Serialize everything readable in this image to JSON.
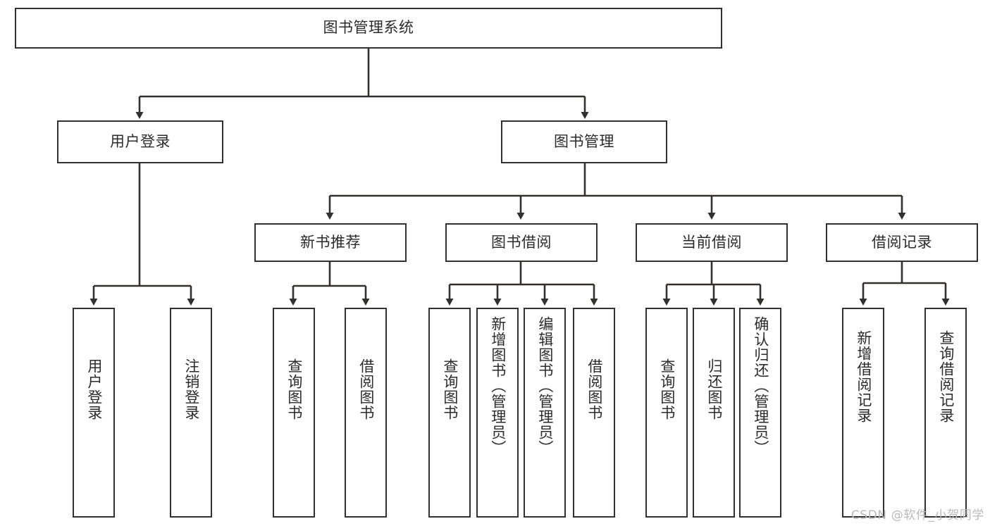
{
  "diagram": {
    "title": "图书管理系统",
    "type": "hierarchy-tree",
    "watermark": "CSDN @软件_小贺同学",
    "colors": {
      "stroke": "#32312f",
      "fill": "#ffffff",
      "text": "#2b2b2b",
      "watermark": "#b9b9b9"
    },
    "nodes": {
      "root": {
        "label": "图书管理系统"
      },
      "level2": [
        {
          "label": "用户登录"
        },
        {
          "label": "图书管理"
        }
      ],
      "level3": [
        {
          "label": "新书推荐"
        },
        {
          "label": "图书借阅"
        },
        {
          "label": "当前借阅"
        },
        {
          "label": "借阅记录"
        }
      ],
      "leaves": {
        "user_login": [
          {
            "label": "用户登录"
          },
          {
            "label": "注销登录"
          }
        ],
        "new_book": [
          {
            "label": "查询图书"
          },
          {
            "label": "借阅图书"
          }
        ],
        "borrow_book": [
          {
            "label": "查询图书"
          },
          {
            "label": "新增图书（管理员）"
          },
          {
            "label": "编辑图书（管理员）"
          },
          {
            "label": "借阅图书"
          }
        ],
        "current_borrow": [
          {
            "label": "查询图书"
          },
          {
            "label": "归还图书"
          },
          {
            "label": "确认归还（管理员）"
          }
        ],
        "borrow_record": [
          {
            "label": "新增借阅记录"
          },
          {
            "label": "查询借阅记录"
          }
        ]
      }
    }
  }
}
